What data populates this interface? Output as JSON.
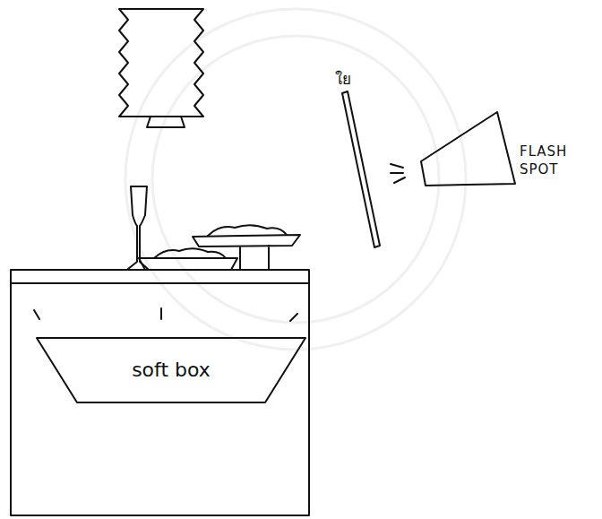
{
  "diagram": {
    "nodes": [
      {
        "text": [
          "soft box"
        ]
      },
      {
        "text": [
          "FLASH SPOT"
        ]
      }
    ],
    "labels": [
      "ใย"
    ]
  }
}
